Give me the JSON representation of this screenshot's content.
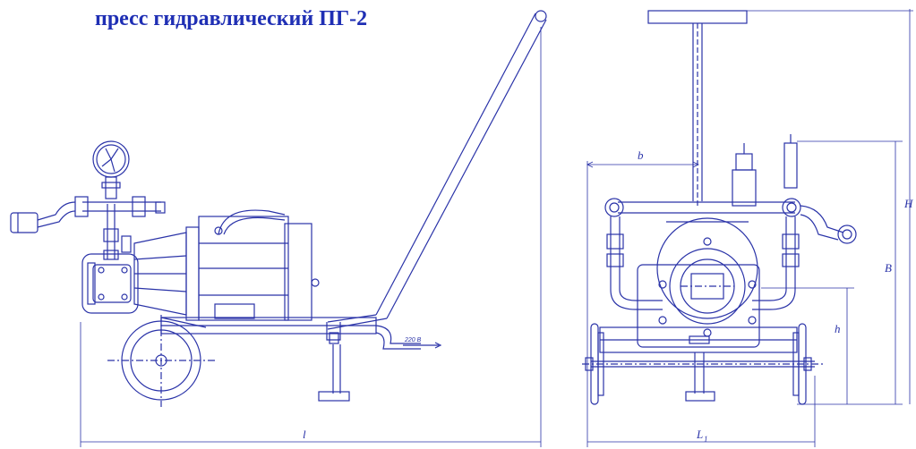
{
  "title": "пресс гидравлический ПГ-2",
  "colors": {
    "line": "#2a33a8",
    "title": "#1f2fb4",
    "background": "#ffffff"
  },
  "side_view": {
    "voltage_label": "220 В",
    "dim_length": "l"
  },
  "front_view": {
    "dim_b": "b",
    "dim_H": "H",
    "dim_B": "B",
    "dim_h": "h",
    "dim_L1": "L",
    "dim_L1_sub": "1"
  }
}
